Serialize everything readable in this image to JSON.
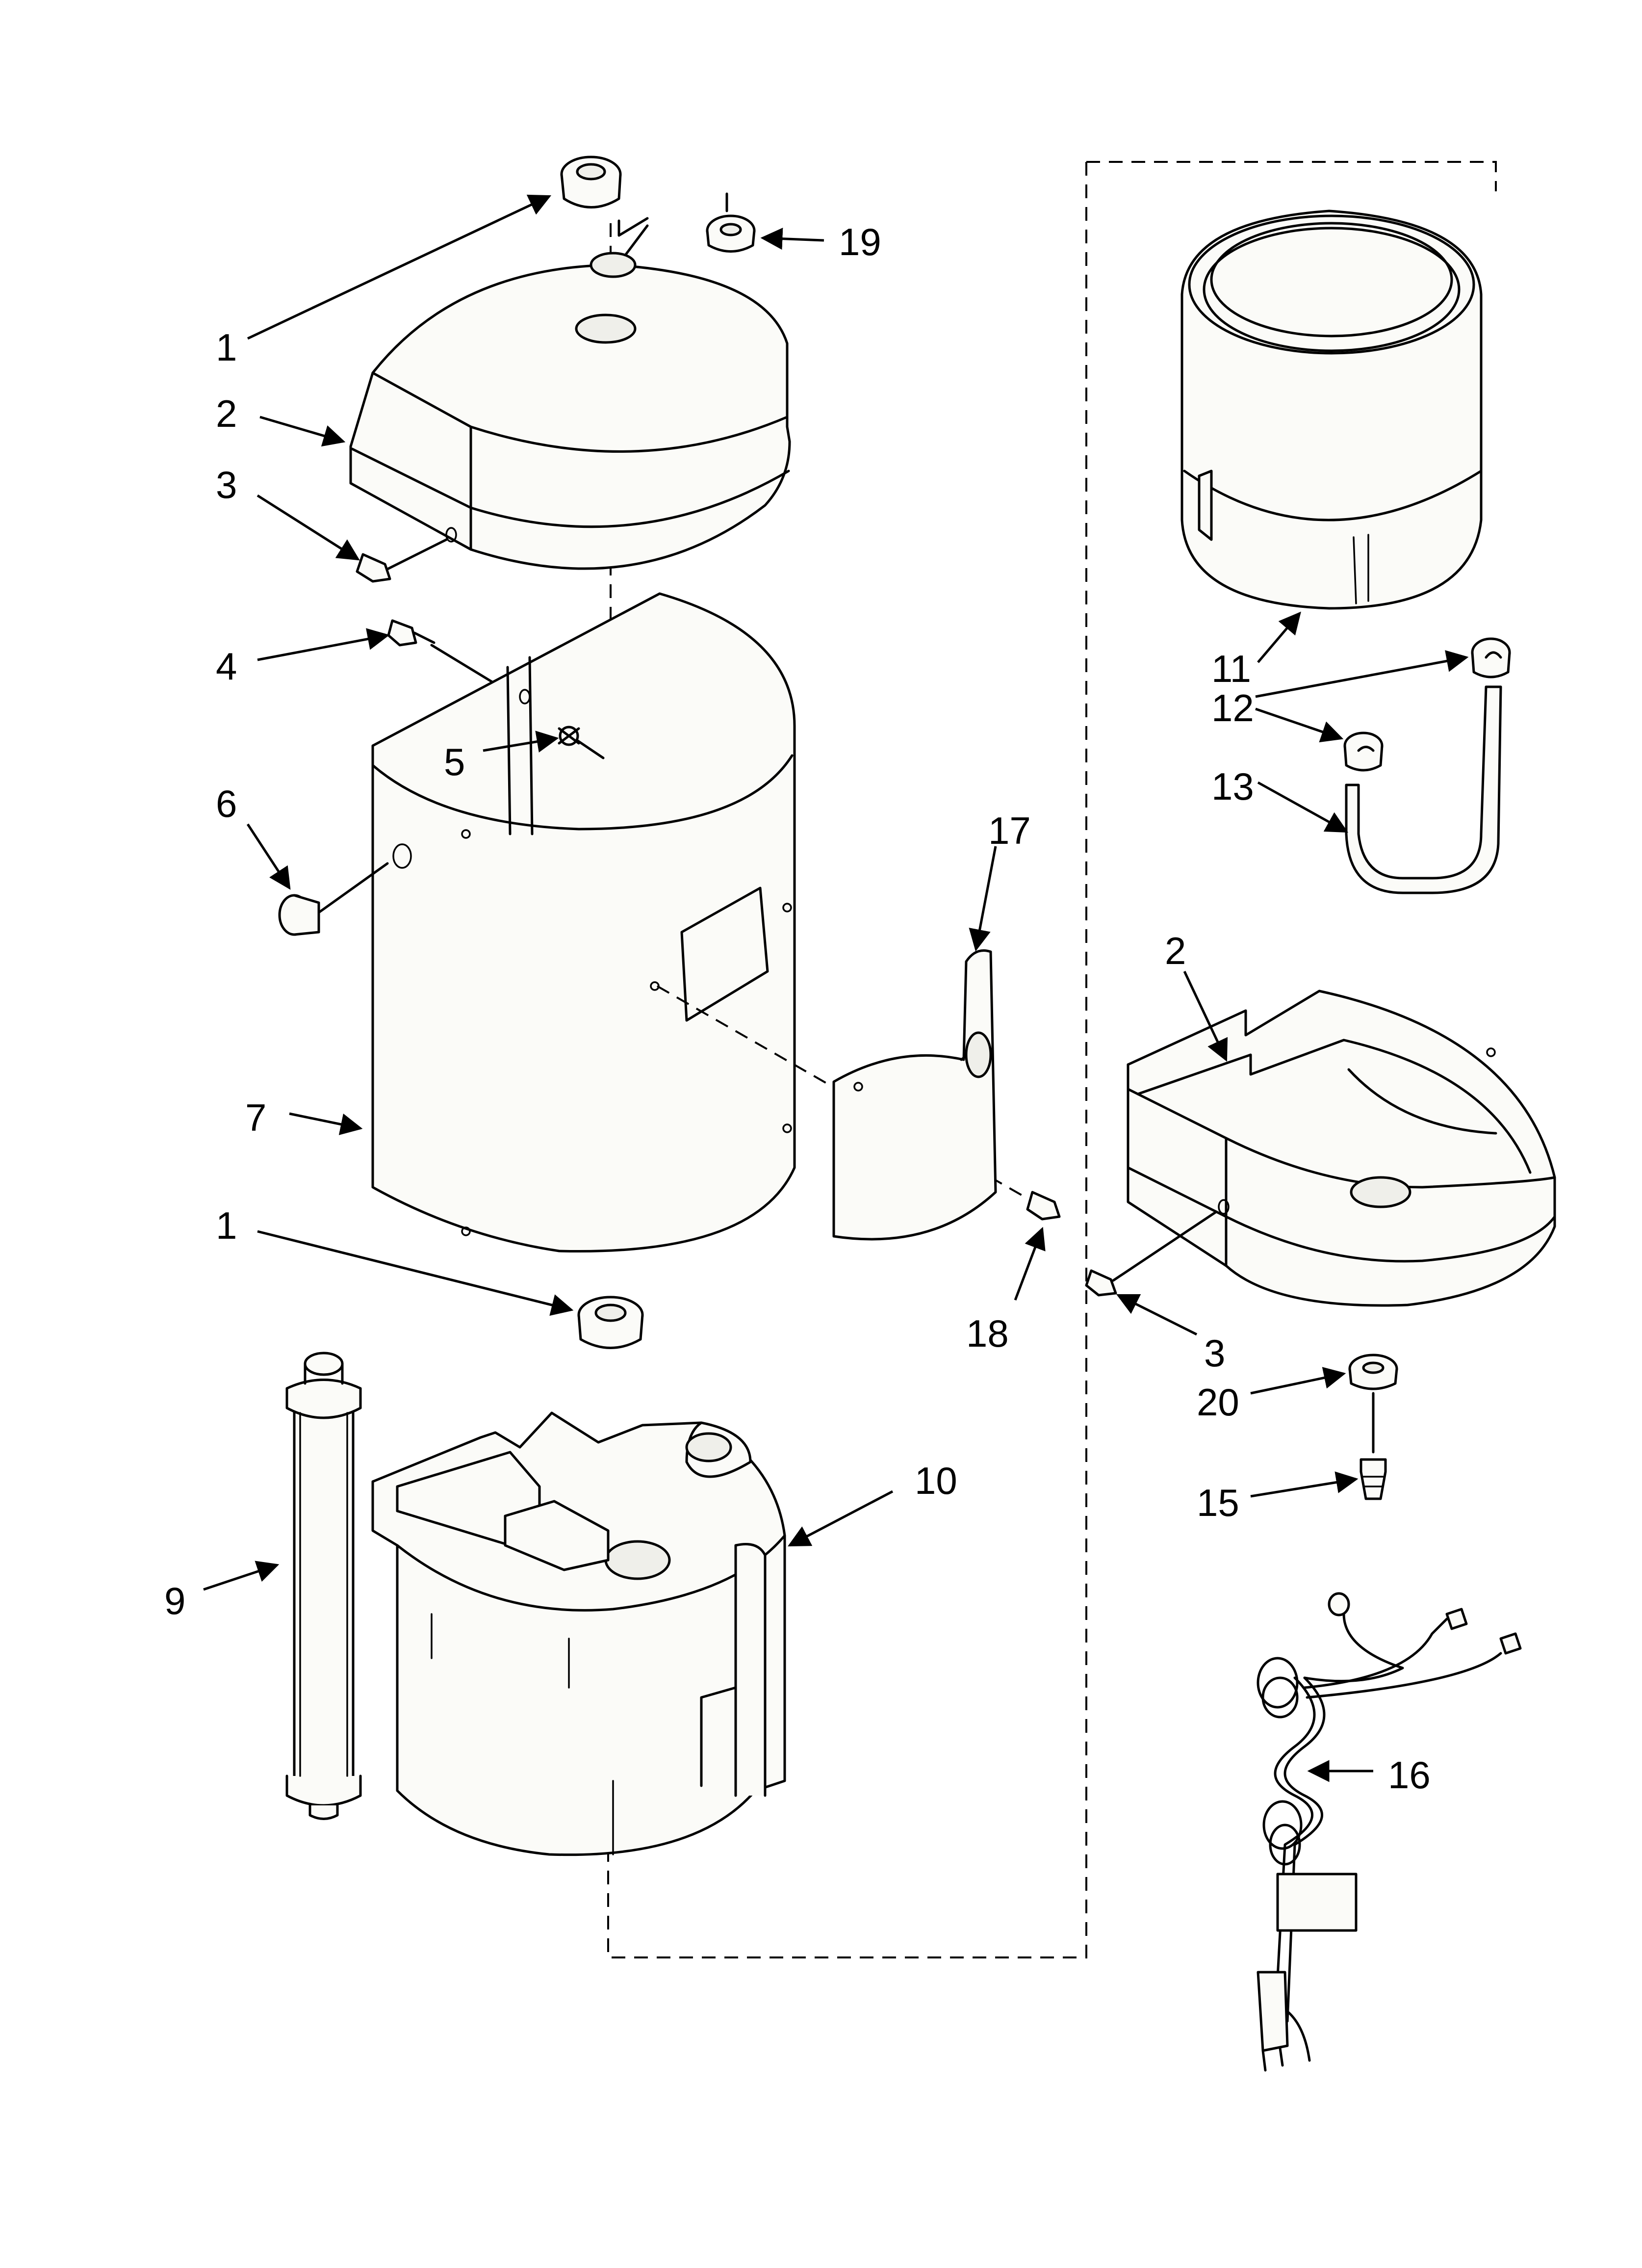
{
  "callouts": [
    {
      "id": "c1a",
      "label": "1"
    },
    {
      "id": "c2a",
      "label": "2"
    },
    {
      "id": "c3a",
      "label": "3"
    },
    {
      "id": "c4",
      "label": "4"
    },
    {
      "id": "c5",
      "label": "5"
    },
    {
      "id": "c6",
      "label": "6"
    },
    {
      "id": "c7",
      "label": "7"
    },
    {
      "id": "c1b",
      "label": "1"
    },
    {
      "id": "c9",
      "label": "9"
    },
    {
      "id": "c10",
      "label": "10"
    },
    {
      "id": "c11",
      "label": "11"
    },
    {
      "id": "c12",
      "label": "12"
    },
    {
      "id": "c13",
      "label": "13"
    },
    {
      "id": "c17",
      "label": "17"
    },
    {
      "id": "c2b",
      "label": "2"
    },
    {
      "id": "c18",
      "label": "18"
    },
    {
      "id": "c3b",
      "label": "3"
    },
    {
      "id": "c20",
      "label": "20"
    },
    {
      "id": "c15",
      "label": "15"
    },
    {
      "id": "c16",
      "label": "16"
    },
    {
      "id": "c19",
      "label": "19"
    }
  ]
}
